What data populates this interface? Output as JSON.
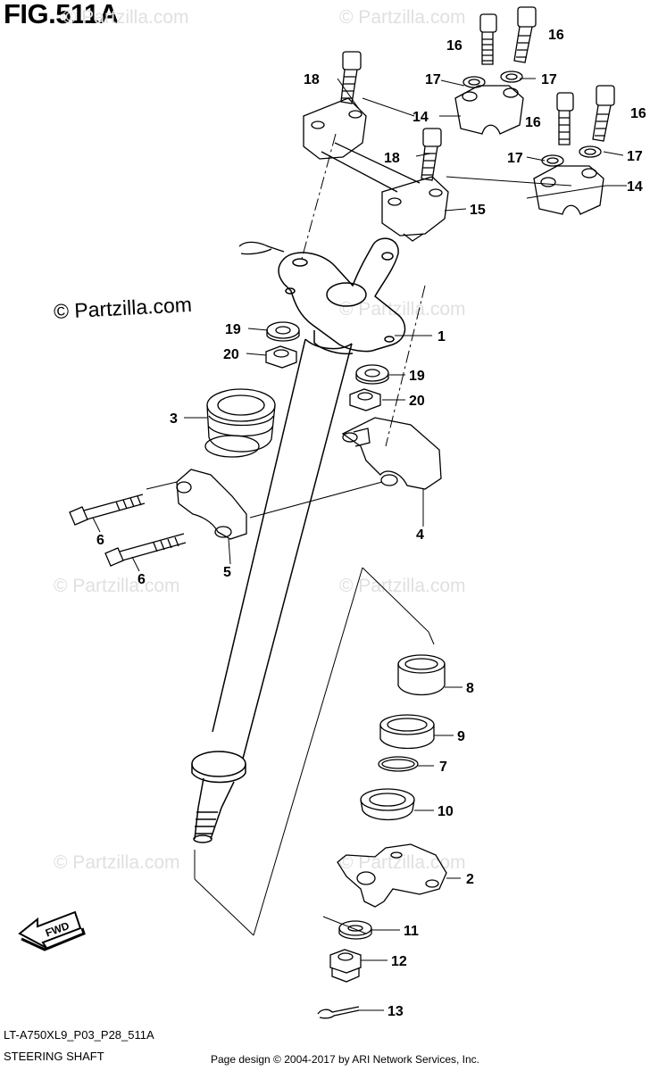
{
  "figure": {
    "title": "FIG.511A",
    "code": "LT-A750XL9_P03_P28_511A",
    "caption": "STEERING SHAFT",
    "credit": "Page design © 2004-2017 by ARI Network Services, Inc.",
    "watermark": "© Partzilla.com",
    "fwd_label": "FWD"
  },
  "callouts": {
    "c1": "1",
    "c2": "2",
    "c3": "3",
    "c4": "4",
    "c5": "5",
    "c6a": "6",
    "c6b": "6",
    "c7": "7",
    "c8": "8",
    "c9": "9",
    "c10": "10",
    "c11": "11",
    "c12": "12",
    "c13": "13",
    "c14a": "14",
    "c14b": "14",
    "c15": "15",
    "c16a": "16",
    "c16b": "16",
    "c16c": "16",
    "c16d": "16",
    "c17a": "17",
    "c17b": "17",
    "c17c": "17",
    "c17d": "17",
    "c18a": "18",
    "c18b": "18",
    "c19a": "19",
    "c19b": "19",
    "c20a": "20",
    "c20b": "20"
  }
}
